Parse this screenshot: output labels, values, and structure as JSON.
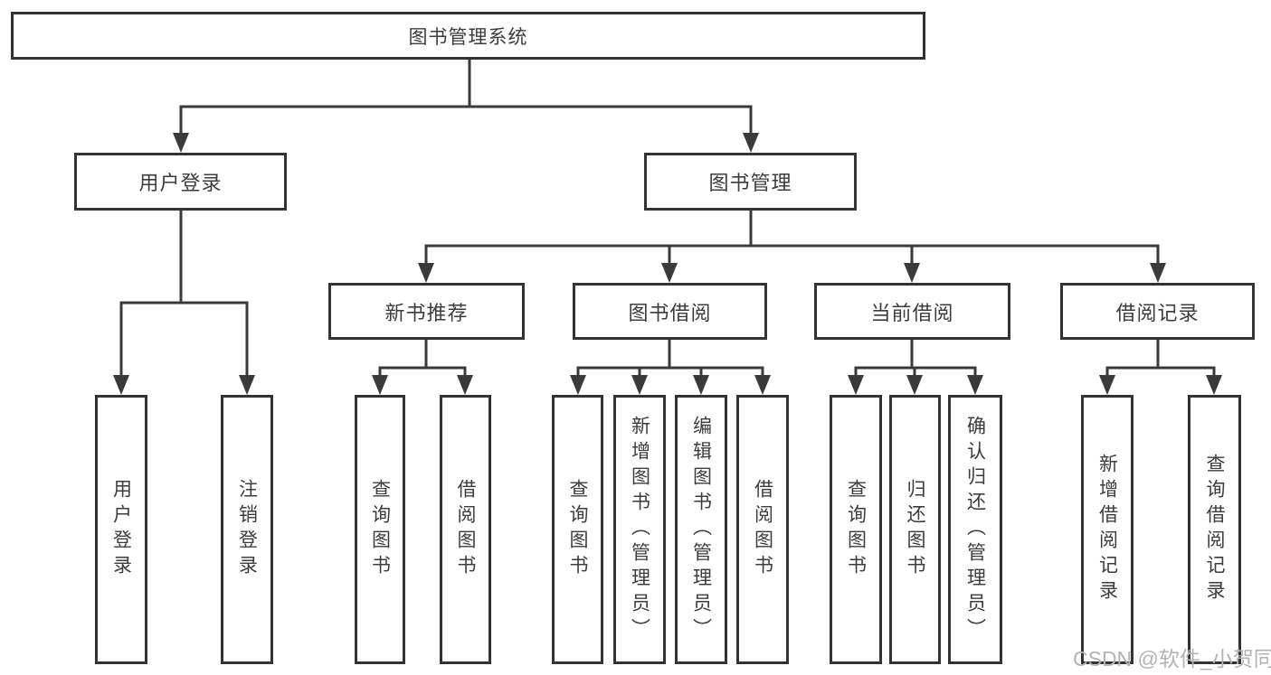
{
  "diagram": {
    "root": {
      "label": "图书管理系统"
    },
    "branches": {
      "user_login": {
        "label": "用户登录",
        "children": [
          "用户登录",
          "注销登录"
        ]
      },
      "book_mgmt": {
        "label": "图书管理",
        "modules": [
          {
            "label": "新书推荐",
            "children": [
              "查询图书",
              "借阅图书"
            ]
          },
          {
            "label": "图书借阅",
            "children": [
              "查询图书",
              "新增图书（管理员）",
              "编辑图书（管理员）",
              "借阅图书"
            ]
          },
          {
            "label": "当前借阅",
            "children": [
              "查询图书",
              "归还图书",
              "确认归还（管理员）"
            ]
          },
          {
            "label": "借阅记录",
            "children": [
              "新增借阅记录",
              "查询借阅记录"
            ]
          }
        ]
      }
    }
  },
  "watermark": {
    "text": "CSDN @软件_小贺同学"
  },
  "colors": {
    "line": "#3a3a3a",
    "box_border": "#333333",
    "text": "#3c3c3c",
    "watermark": "#b3b3b3",
    "background": "#ffffff"
  }
}
